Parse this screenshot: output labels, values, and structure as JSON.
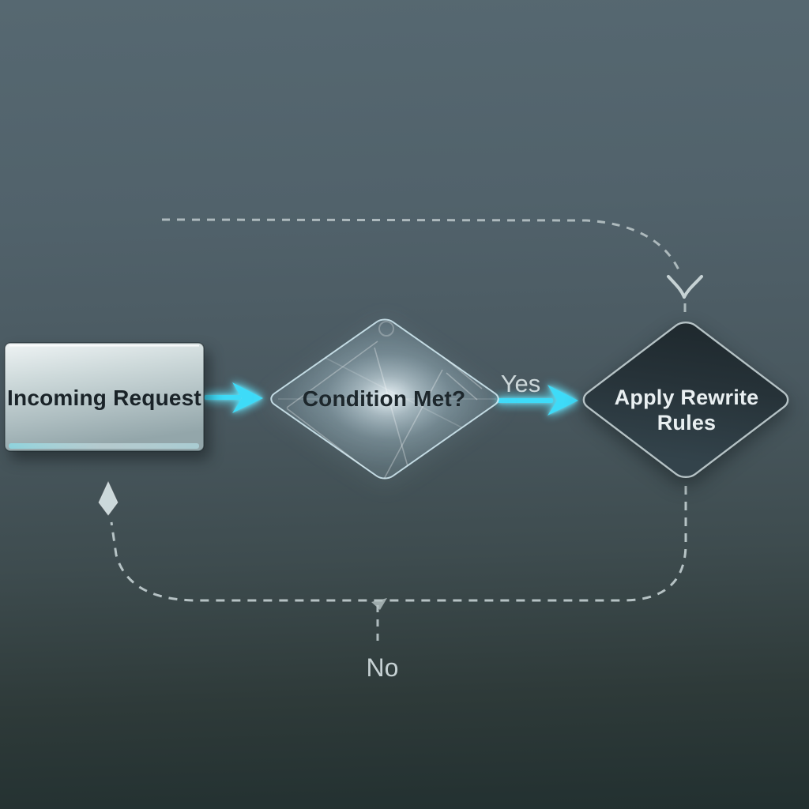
{
  "diagram": {
    "type": "flowchart",
    "nodes": [
      {
        "id": "incoming-request",
        "shape": "rectangle",
        "label": "Incoming Request"
      },
      {
        "id": "condition-met",
        "shape": "diamond",
        "label": "Condition Met?"
      },
      {
        "id": "apply-rewrite-rules",
        "shape": "diamond",
        "label": "Apply Rewrite Rules",
        "lines": [
          "Apply Rewrite",
          "Rules"
        ]
      }
    ],
    "edges": [
      {
        "from": "incoming-request",
        "to": "condition-met",
        "style": "solid-cyan-arrow",
        "label": ""
      },
      {
        "from": "condition-met",
        "to": "apply-rewrite-rules",
        "style": "solid-cyan-arrow",
        "label": "Yes"
      },
      {
        "from": "apply-rewrite-rules",
        "to": "incoming-request",
        "style": "dashed-loop",
        "label": "No"
      },
      {
        "from": "offscreen-top-left",
        "to": "apply-rewrite-rules",
        "style": "dashed",
        "label": ""
      }
    ],
    "colors": {
      "background_top": "#566871",
      "background_bottom": "#223030",
      "accent_arrow": "#3edbf8",
      "dashed_line": "#bdc9cb",
      "process_fill": "#cfdcdf",
      "decision_fill_dark": "#27333a",
      "decision_fill_glass": "#cfe6f0",
      "text_dark": "#1c262b",
      "text_light": "#e9eff1",
      "edge_label": "#ccd7d9"
    }
  }
}
